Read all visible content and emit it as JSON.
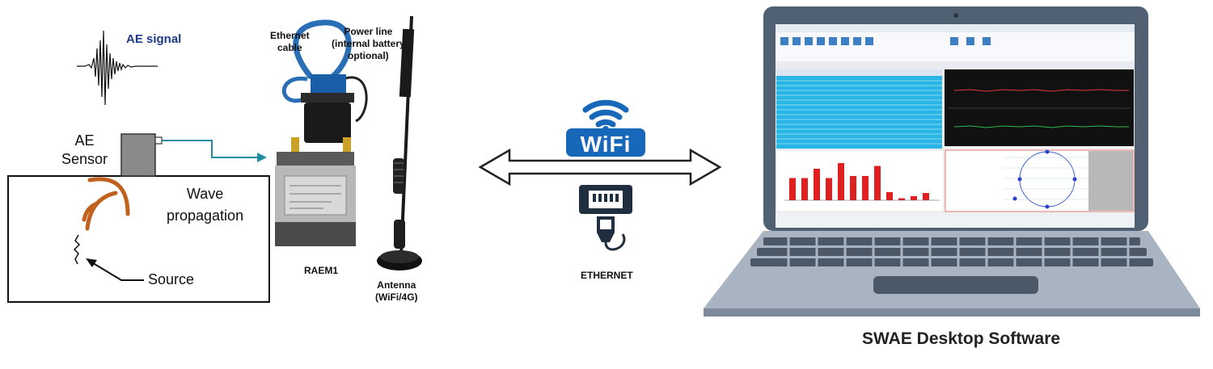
{
  "labels": {
    "ae_signal": "AE signal",
    "ae_sensor_line1": "AE",
    "ae_sensor_line2": "Sensor",
    "wave_line1": "Wave",
    "wave_line2": "propagation",
    "source": "Source",
    "ethernet_cable_line1": "Ethernet",
    "ethernet_cable_line2": "cable",
    "power_line_line1": "Power line",
    "power_line_line2": "(internal battery",
    "power_line_line3": "optional)",
    "device_name": "RAEM1",
    "antenna_line1": "Antenna",
    "antenna_line2": "(WiFi/4G)",
    "ethernet": "ETHERNET",
    "wifi": "WiFi",
    "software_title": "SWAE Desktop Software"
  },
  "colors": {
    "ae_signal_text": "#1f3a8a",
    "wave_arcs": "#c0611f",
    "sensor_cable": "#1f8fa0",
    "wifi_badge": "#1768b8",
    "laptop_body": "#5a6b7f",
    "laptop_base": "#a7b3c1",
    "data_table_bg": "#29b6e6",
    "bar_color": "#e02020"
  },
  "icons": [
    "wifi-icon",
    "ethernet-icon",
    "double-arrow-icon",
    "laptop-icon",
    "antenna-icon"
  ],
  "bar_chart": {
    "values": [
      0.55,
      0.55,
      0.78,
      0.55,
      0.92,
      0.6,
      0.6,
      0.85,
      0.2,
      0.05,
      0.1,
      0.18
    ]
  }
}
